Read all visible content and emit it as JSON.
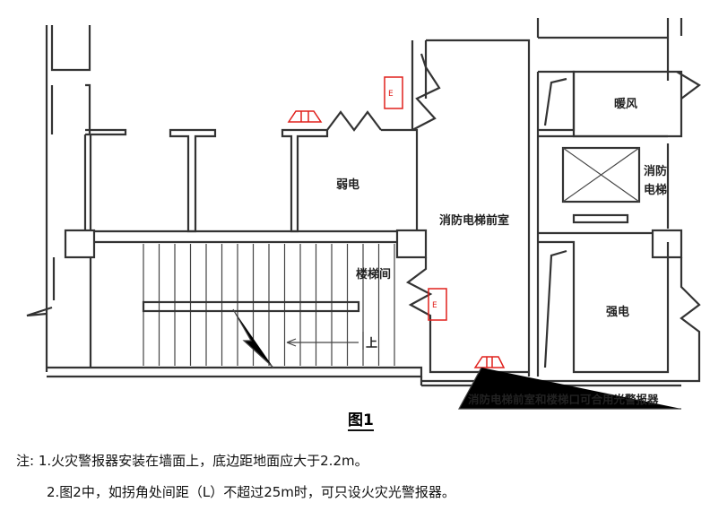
{
  "rooms": {
    "weak_current": "弱电",
    "stairwell": "楼梯间",
    "fire_elevator_lobby": "消防电梯前室",
    "hvac": "暖风",
    "fire_elevator_1": "消防",
    "fire_elevator_2": "电梯",
    "strong_current": "强电"
  },
  "annotations": {
    "stair_up": "上",
    "alarm_callout": "消防电梯前室和楼梯口可合用光警报器"
  },
  "figure_caption": "图1",
  "notes": [
    "注: 1.火灾警报器安装在墙面上，底边距地面应大于2.2m。",
    "2.图2中，如拐角处间距（L）不超过25m时，可只设火灾光警报器。"
  ],
  "colors": {
    "alarm": "#e0201c",
    "wall": "#333333"
  }
}
